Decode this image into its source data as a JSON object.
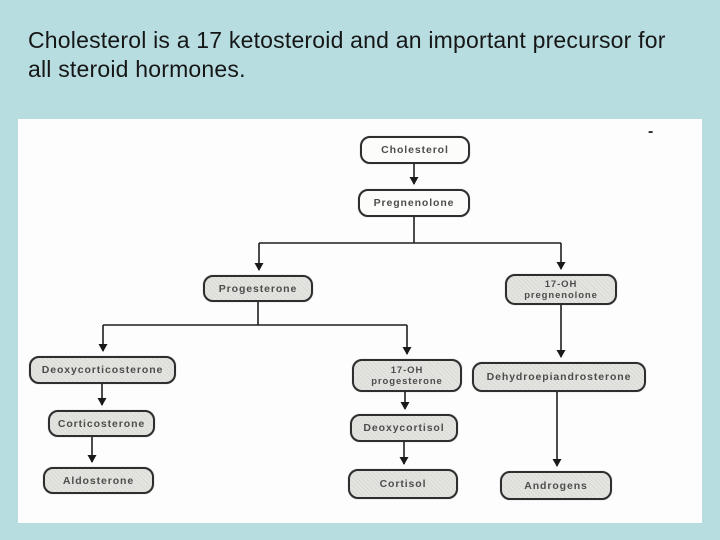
{
  "slide": {
    "background_color": "#b7dde1",
    "panel_color": "#fdfdfd",
    "title_lines": [
      "Cholesterol is a 17 ketosteroid and an important precursor for",
      "all steroid hormones."
    ]
  },
  "diagram": {
    "description": "Steroid hormone synthesis pathway flowchart",
    "artifact_dash": "-",
    "nodes": [
      {
        "id": "cholesterol",
        "label": "Cholesterol"
      },
      {
        "id": "pregnenolone",
        "label": "Pregnenolone"
      },
      {
        "id": "progesterone",
        "label": "Progesterone"
      },
      {
        "id": "17-oh-pregnenolone",
        "label": "17-OH\npregnenolone"
      },
      {
        "id": "deoxycorticosterone",
        "label": "Deoxycorticosterone"
      },
      {
        "id": "17-oh-progesterone",
        "label": "17-OH\nprogesterone"
      },
      {
        "id": "dehydroepiandrosterone",
        "label": "Dehydroepiandrosterone"
      },
      {
        "id": "corticosterone",
        "label": "Corticosterone"
      },
      {
        "id": "deoxycortisol",
        "label": "Deoxycortisol"
      },
      {
        "id": "aldosterone",
        "label": "Aldosterone"
      },
      {
        "id": "cortisol",
        "label": "Cortisol"
      },
      {
        "id": "androgens",
        "label": "Androgens"
      }
    ],
    "edges": [
      {
        "from": "cholesterol",
        "to": "pregnenolone"
      },
      {
        "from": "pregnenolone",
        "to": "progesterone"
      },
      {
        "from": "pregnenolone",
        "to": "17-oh-pregnenolone"
      },
      {
        "from": "progesterone",
        "to": "deoxycorticosterone"
      },
      {
        "from": "progesterone",
        "to": "17-oh-progesterone"
      },
      {
        "from": "17-oh-pregnenolone",
        "to": "dehydroepiandrosterone"
      },
      {
        "from": "deoxycorticosterone",
        "to": "corticosterone"
      },
      {
        "from": "corticosterone",
        "to": "aldosterone"
      },
      {
        "from": "17-oh-progesterone",
        "to": "deoxycortisol"
      },
      {
        "from": "deoxycortisol",
        "to": "cortisol"
      },
      {
        "from": "dehydroepiandrosterone",
        "to": "androgens"
      }
    ]
  }
}
